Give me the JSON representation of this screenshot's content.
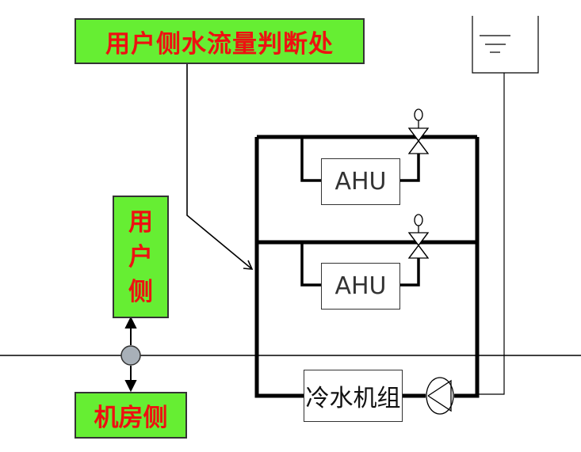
{
  "callouts": {
    "user_side_flow_point": "用户侧水流量判断处",
    "user_side": [
      "用",
      "户",
      "侧"
    ],
    "plant_side": "机房侧"
  },
  "units": {
    "ahu_upper": "AHU",
    "ahu_lower": "AHU",
    "chiller": "冷水机组"
  },
  "colors": {
    "callout_fill": "#66ee33",
    "callout_text": "#ee1111",
    "pipe": "#000000",
    "sensor_fill": "#a8b0b8"
  },
  "icons": [
    "valve-icon",
    "valve-actuator-icon",
    "pump-icon",
    "flow-sensor-icon",
    "expansion-tank-icon"
  ]
}
